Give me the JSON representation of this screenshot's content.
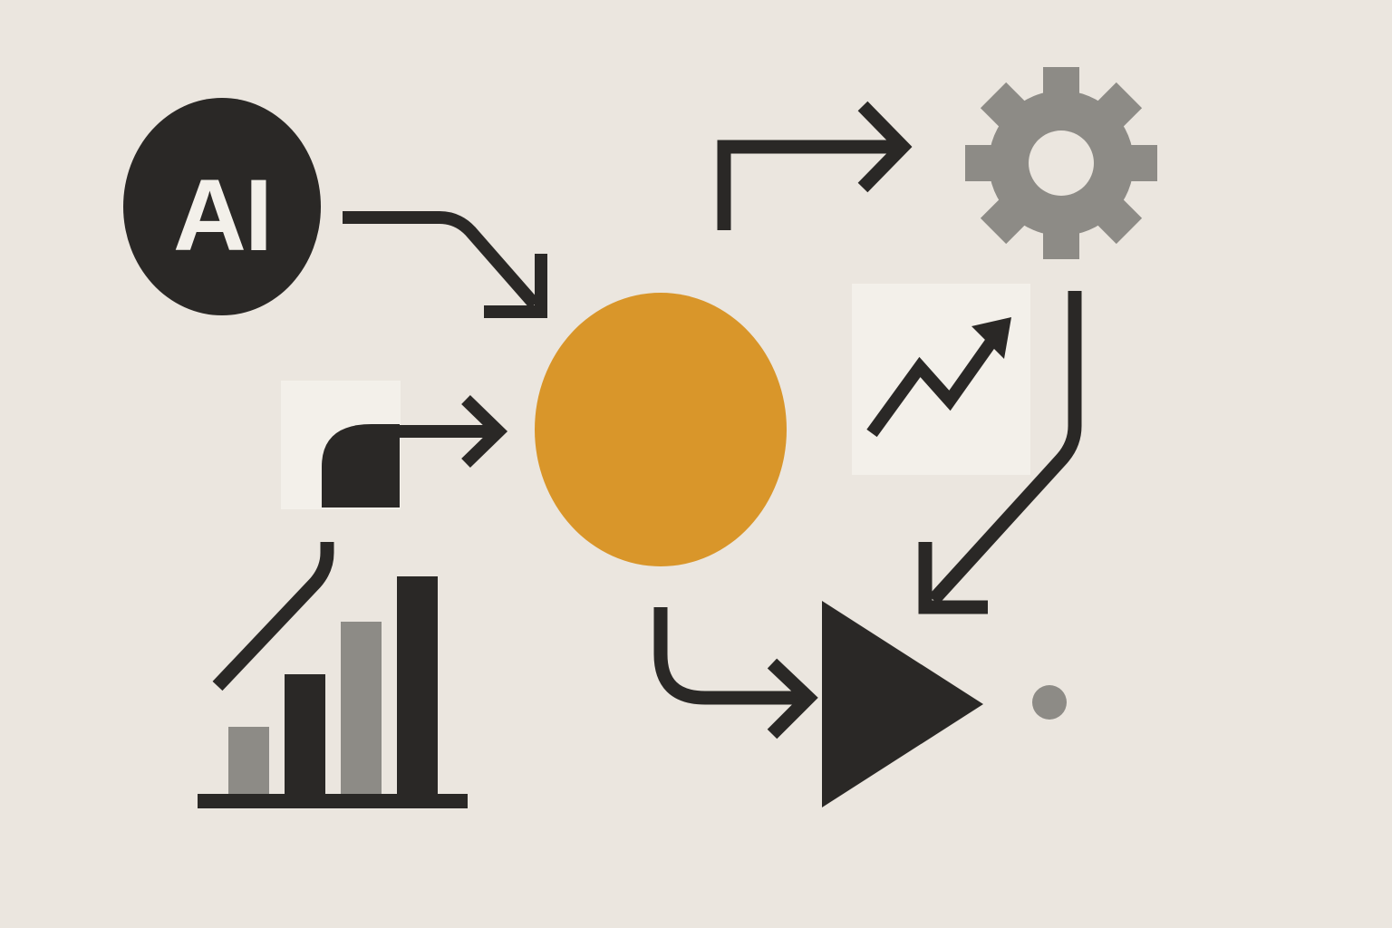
{
  "ai_badge": {
    "label": "AI"
  },
  "colors": {
    "background": "#ebe6df",
    "dark": "#2a2826",
    "gray": "#8d8b86",
    "accent": "#d9962a",
    "panel": "#f3f0ea"
  },
  "icons": {
    "ai_badge": "ai-circle-icon",
    "gear": "gear-icon",
    "trend": "trend-up-icon",
    "pipe": "curved-pipe-icon",
    "bar_chart": "bar-chart-icon",
    "hub": "orange-circle-icon",
    "play": "play-triangle-icon",
    "dot": "gray-dot-icon"
  },
  "bar_chart_icon": {
    "bars": [
      {
        "level": 0.31,
        "tone": "gray"
      },
      {
        "level": 0.55,
        "tone": "dark"
      },
      {
        "level": 0.79,
        "tone": "gray"
      },
      {
        "level": 1.0,
        "tone": "dark"
      }
    ]
  }
}
